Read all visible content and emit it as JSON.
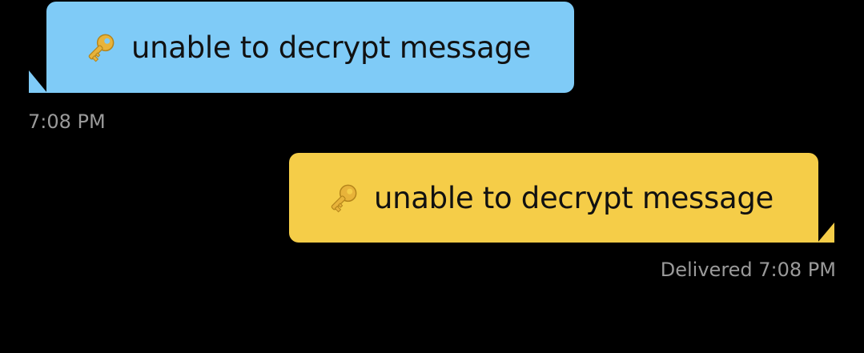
{
  "colors": {
    "background": "#000000",
    "incoming_bubble": "#7fcbf7",
    "outgoing_bubble": "#f5cd48",
    "timestamp_text": "#9a9a9a",
    "message_text": "#111111"
  },
  "messages": [
    {
      "direction": "incoming",
      "icon": "key-icon",
      "text": "unable to decrypt message",
      "timestamp": "7:08 PM"
    },
    {
      "direction": "outgoing",
      "icon": "key-icon",
      "text": "unable to decrypt message",
      "timestamp": "Delivered 7:08 PM"
    }
  ]
}
